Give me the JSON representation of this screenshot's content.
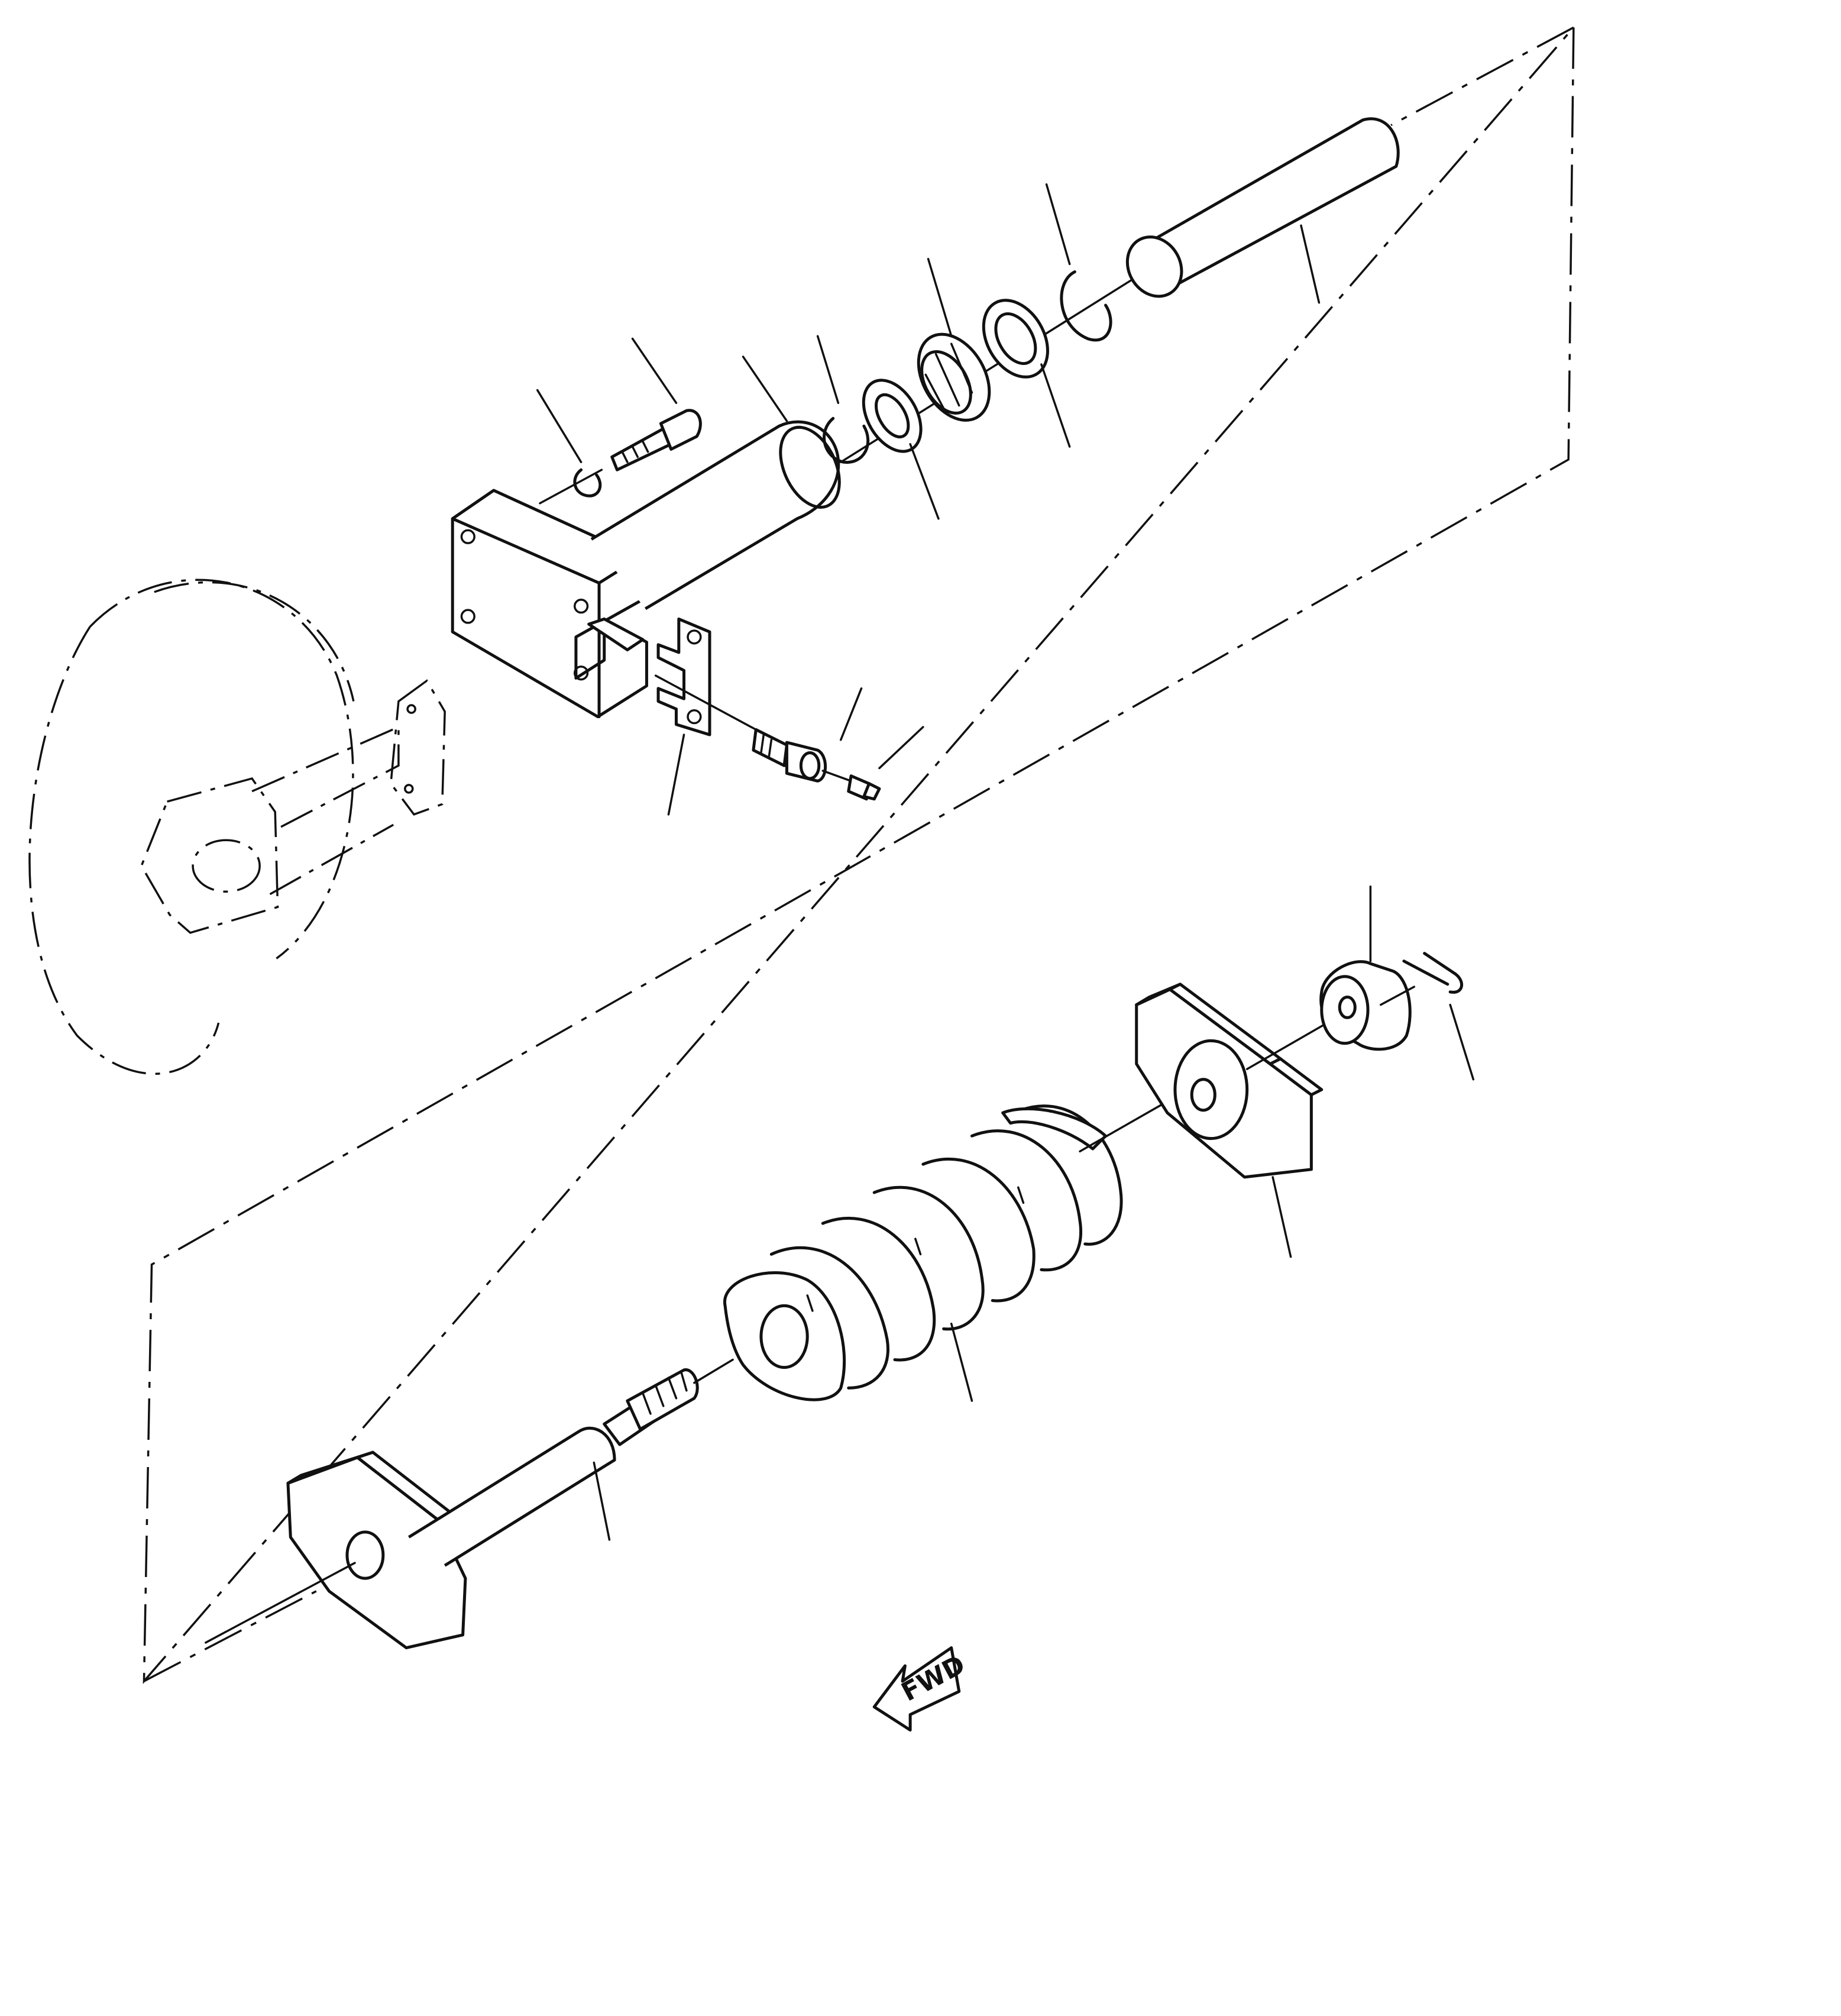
{
  "fwd_label": "FWD",
  "colors": {
    "line": "#111111",
    "background": "#ffffff"
  },
  "parts": [
    {
      "id": "idler-wheel",
      "kind": "ghost-outline"
    },
    {
      "id": "yoke-bracket",
      "kind": "ghost-outline"
    },
    {
      "id": "recoil-cylinder-housing"
    },
    {
      "id": "housing-bolt"
    },
    {
      "id": "lock-washer"
    },
    {
      "id": "grease-fitting-assembly"
    },
    {
      "id": "retainer-plate"
    },
    {
      "id": "o-ring"
    },
    {
      "id": "backup-ring"
    },
    {
      "id": "packing-seal"
    },
    {
      "id": "wear-ring"
    },
    {
      "id": "snap-ring"
    },
    {
      "id": "piston-rod"
    },
    {
      "id": "recoil-spring"
    },
    {
      "id": "spring-rod-front-plate"
    },
    {
      "id": "spring-rear-plate"
    },
    {
      "id": "castle-nut"
    },
    {
      "id": "cotter-pin"
    }
  ]
}
